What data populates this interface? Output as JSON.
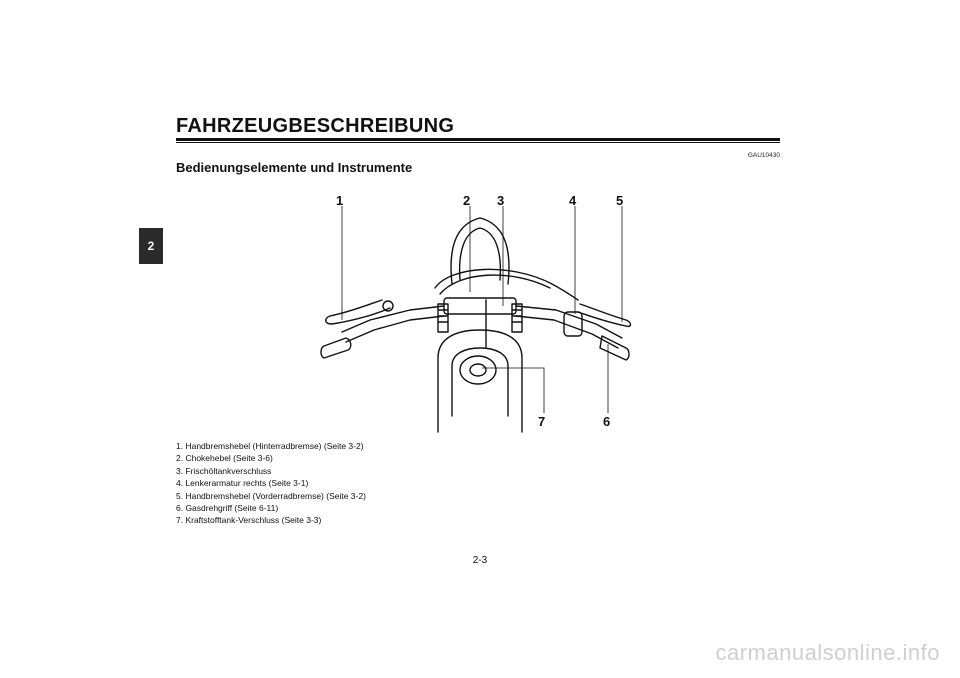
{
  "page": {
    "chapter_title": "FAHRZEUGBESCHREIBUNG",
    "section_tab": "2",
    "code": "GAU10430",
    "section_heading": "Bedienungselemente und Instrumente",
    "page_number": "2-3",
    "watermark": "carmanualsonline.info"
  },
  "figure": {
    "callouts": [
      "1",
      "2",
      "3",
      "4",
      "5",
      "6",
      "7"
    ]
  },
  "legend": [
    "1. Handbremshebel (Hinterradbremse) (Seite 3-2)",
    "2. Chokehebel (Seite 3-6)",
    "3. Frischöltankverschluss",
    "4. Lenkerarmatur rechts (Seite 3-1)",
    "5. Handbremshebel (Vorderradbremse) (Seite 3-2)",
    "6. Gasdrehgriff (Seite 6-11)",
    "7. Kraftstofftank-Verschluss (Seite 3-3)"
  ]
}
